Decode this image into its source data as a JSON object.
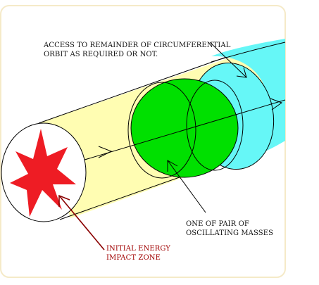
{
  "labels": {
    "access_line1": "ACCESS TO REMAINDER OF CIRCUMFERENTIAL",
    "access_line2": "ORBIT AS REQUIRED OR NOT.",
    "mass_line1": "ONE OF PAIR OF",
    "mass_line2": "OSCILLATING MASSES",
    "impact_line1": "INITIAL ENERGY",
    "impact_line2": "IMPACT ZONE"
  },
  "colors": {
    "frame_border": "#f5eac8",
    "tube_fill": "#fffdb2",
    "mass_fill": "#00e000",
    "cyan_fill": "#66f7f7",
    "star_fill": "#ee1c24",
    "impact_arrow": "#8a0000",
    "line": "#000000"
  }
}
